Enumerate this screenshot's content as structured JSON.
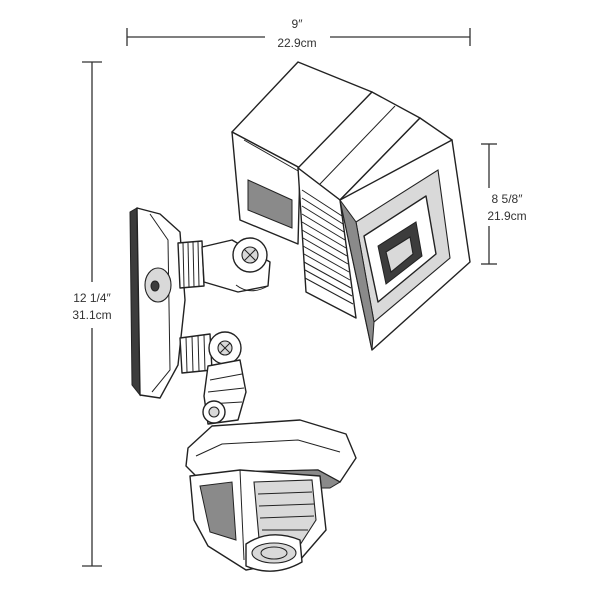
{
  "dimensions": {
    "width": {
      "imperial": "9″",
      "metric": "22.9cm"
    },
    "height": {
      "imperial": "12 1/4″",
      "metric": "31.1cm"
    },
    "head_height": {
      "imperial": "8 5/8″",
      "metric": "21.9cm"
    }
  },
  "colors": {
    "line": "#222222",
    "dimension_line": "#333333",
    "background": "#ffffff"
  },
  "icons": [
    "floodlight-head-icon",
    "motion-sensor-icon",
    "wall-bracket-icon"
  ]
}
